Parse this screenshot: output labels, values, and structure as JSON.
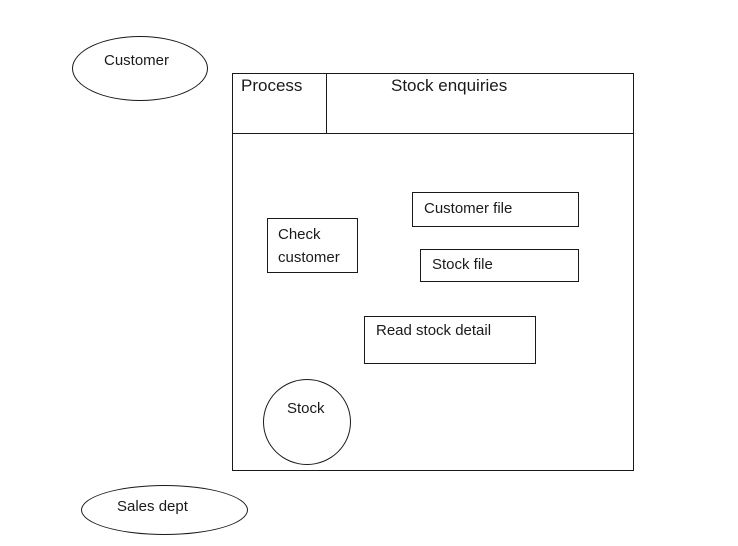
{
  "diagram": {
    "external_entities": [
      {
        "id": "customer",
        "label": "Customer"
      },
      {
        "id": "sales-dept",
        "label": "Sales dept"
      }
    ],
    "process": {
      "header_label": "Process",
      "title": "Stock enquiries",
      "elements": {
        "check_customer": {
          "line1": "Check",
          "line2": "customer"
        },
        "customer_file": "Customer file",
        "stock_file": "Stock file",
        "read_stock_detail": "Read stock detail",
        "stock": "Stock"
      }
    }
  }
}
